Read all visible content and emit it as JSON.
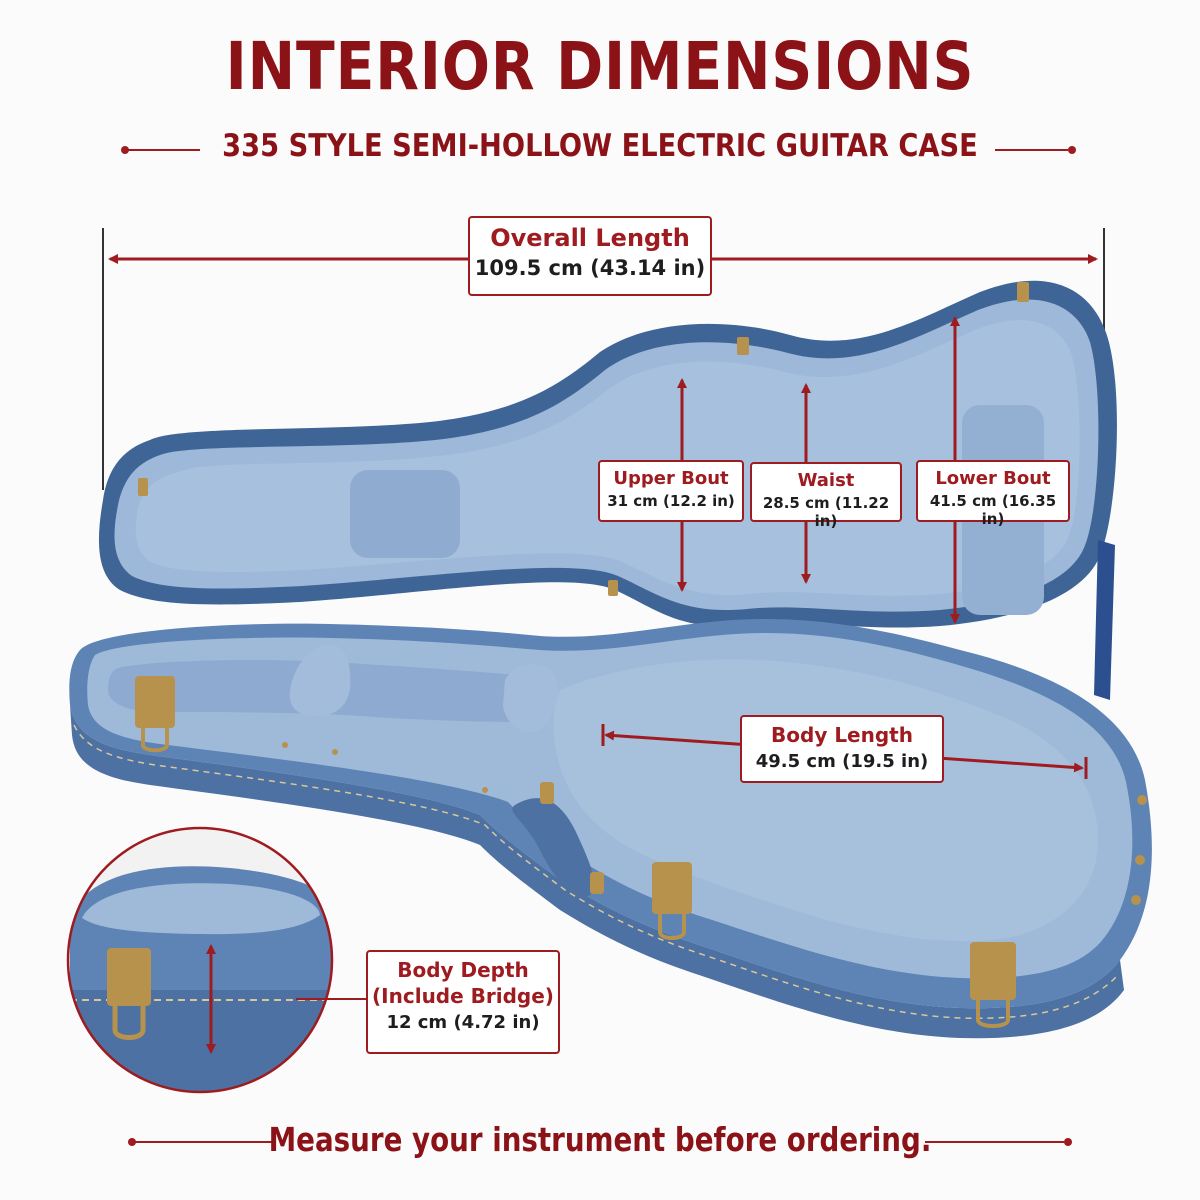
{
  "title": "INTERIOR DIMENSIONS",
  "subtitle": "335 STYLE SEMI-HOLLOW ELECTRIC GUITAR CASE",
  "footer": "Measure your instrument before ordering.",
  "colors": {
    "accent": "#9e1b20",
    "case_shell": "#5d84b5",
    "case_lining": "#9fbad9",
    "hardware": "#b6924c"
  },
  "dimensions": {
    "overall_length": {
      "label": "Overall Length",
      "value": "109.5 cm (43.14 in)"
    },
    "upper_bout": {
      "label": "Upper Bout",
      "value": "31 cm (12.2 in)"
    },
    "waist": {
      "label": "Waist",
      "value": "28.5 cm (11.22 in)"
    },
    "lower_bout": {
      "label": "Lower Bout",
      "value": "41.5 cm (16.35 in)"
    },
    "body_length": {
      "label": "Body Length",
      "value": "49.5 cm (19.5 in)"
    },
    "body_depth": {
      "label_line1": "Body Depth",
      "label_line2": "(Include Bridge)",
      "value": "12 cm (4.72 in)"
    }
  }
}
